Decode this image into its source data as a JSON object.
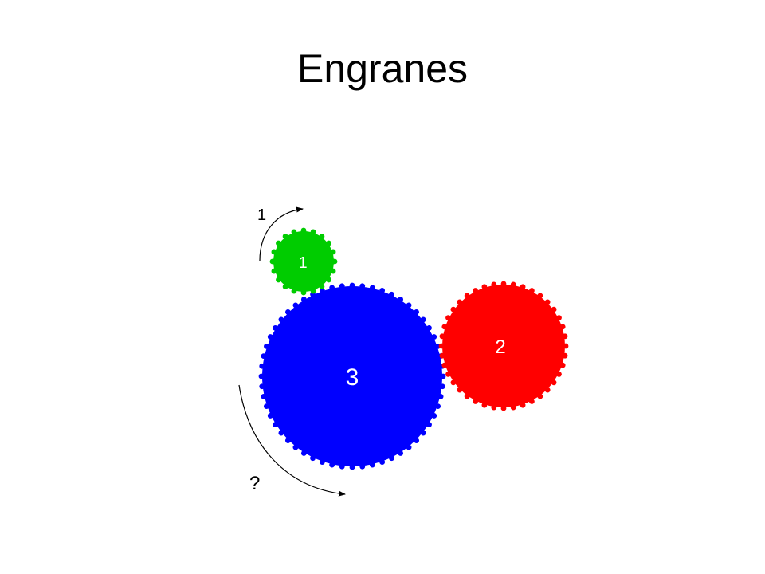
{
  "title": "Engranes",
  "gears": [
    {
      "label": "1",
      "color": "#00cc00"
    },
    {
      "label": "2",
      "color": "#ff0000"
    },
    {
      "label": "3",
      "color": "#0000ff"
    }
  ],
  "arrows": {
    "top_label": "1",
    "bottom_label": "?"
  }
}
